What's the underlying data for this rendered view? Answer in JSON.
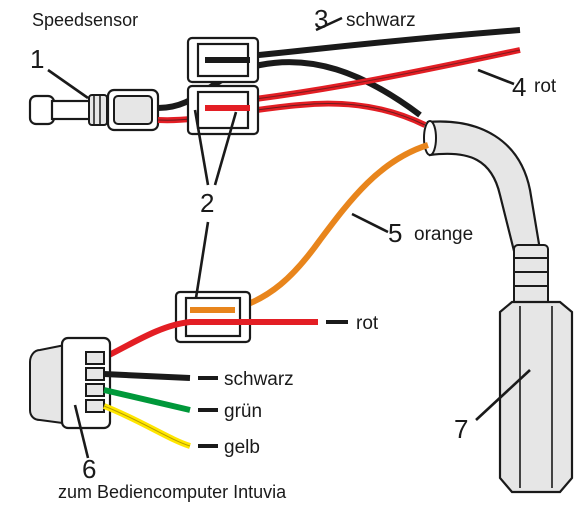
{
  "diagram": {
    "title": "Speedsensor",
    "footer": "zum Bediencomputer Intuvia",
    "callouts": [
      {
        "num": "1"
      },
      {
        "num": "2"
      },
      {
        "num": "3",
        "text": "schwarz"
      },
      {
        "num": "4",
        "text": "rot"
      },
      {
        "num": "5",
        "text": "orange"
      },
      {
        "num": "6"
      },
      {
        "num": "7"
      }
    ],
    "wire_labels": {
      "rot": "rot",
      "schwarz": "schwarz",
      "gruen": "grün",
      "gelb": "gelb"
    },
    "colors": {
      "black_wire": "#1a1a1a",
      "red_wire": "#e31e24",
      "orange_wire": "#e8851c",
      "green_wire": "#00983a",
      "yellow_wire": "#ffe600",
      "housing_fill": "#e6e6e6"
    }
  }
}
